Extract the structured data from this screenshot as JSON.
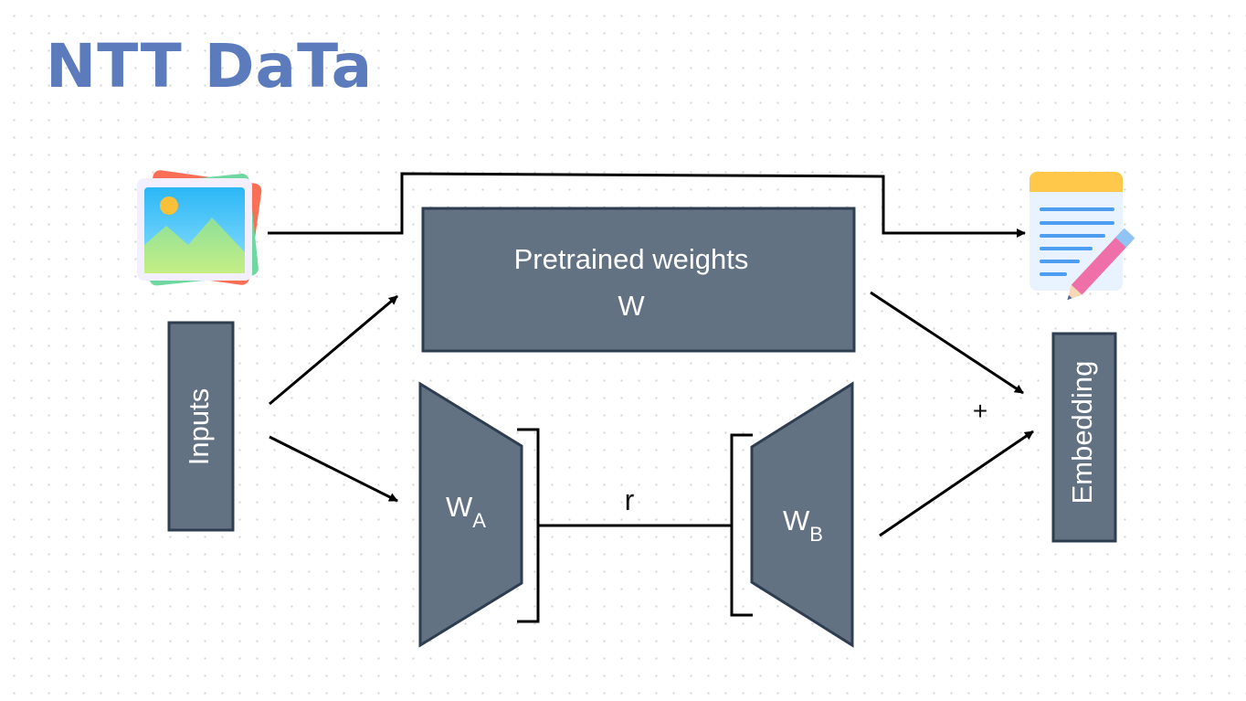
{
  "brand": {
    "logo_text": "NTT DaTa"
  },
  "nodes": {
    "inputs": "Inputs",
    "pretrained_title": "Pretrained weights",
    "pretrained_symbol": "W",
    "wa_base": "W",
    "wa_sub": "A",
    "wb_base": "W",
    "wb_sub": "B",
    "embedding": "Embedding",
    "rank": "r",
    "plus": "+"
  },
  "icons": {
    "input_image": "image-gallery-icon",
    "output_notes": "notepad-pencil-icon"
  },
  "colors": {
    "box_fill": "#637283",
    "box_stroke": "#2e3d4f",
    "logo": "#5b7bbd"
  }
}
